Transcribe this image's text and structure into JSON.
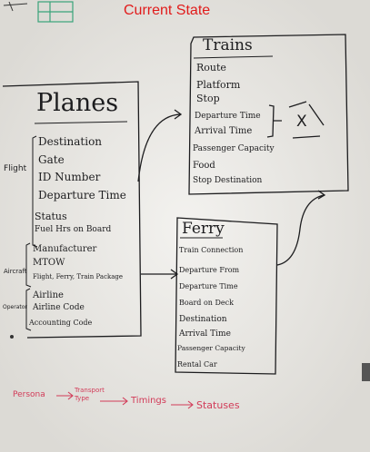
{
  "title": "Current State",
  "trains": {
    "heading": "Trains",
    "items": [
      "Route",
      "Platform",
      "Stop",
      "Departure Time",
      "Arrival Time",
      "Passenger Capacity",
      "Food",
      "Stop Destination"
    ],
    "mark": "X"
  },
  "planes": {
    "heading": "Planes",
    "flight_label": "Flight",
    "flight_items": [
      "Destination",
      "Gate",
      "ID Number",
      "Departure Time",
      "Status",
      "Fuel Hrs on Board"
    ],
    "aircraft_label": "Aircraft",
    "aircraft_items": [
      "Manufacturer",
      "MTOW",
      "Flight, Ferry, Train Package"
    ],
    "operator_label": "Operator",
    "operator_items": [
      "Airline",
      "Airline Code",
      "Accounting Code"
    ]
  },
  "ferry": {
    "heading": "Ferry",
    "items": [
      "Train Connection",
      "Departure From",
      "Departure Time",
      "Board on Deck",
      "Destination",
      "Arrival Time",
      "Passenger Capacity",
      "Rental Car"
    ]
  },
  "flow": [
    "Persona",
    "Transport Type",
    "Timings",
    "Statuses"
  ],
  "colors": {
    "board": "#e7e6e2",
    "marker": "#1d1d1f",
    "title": "#e11b1b",
    "flow": "#d23b58"
  }
}
